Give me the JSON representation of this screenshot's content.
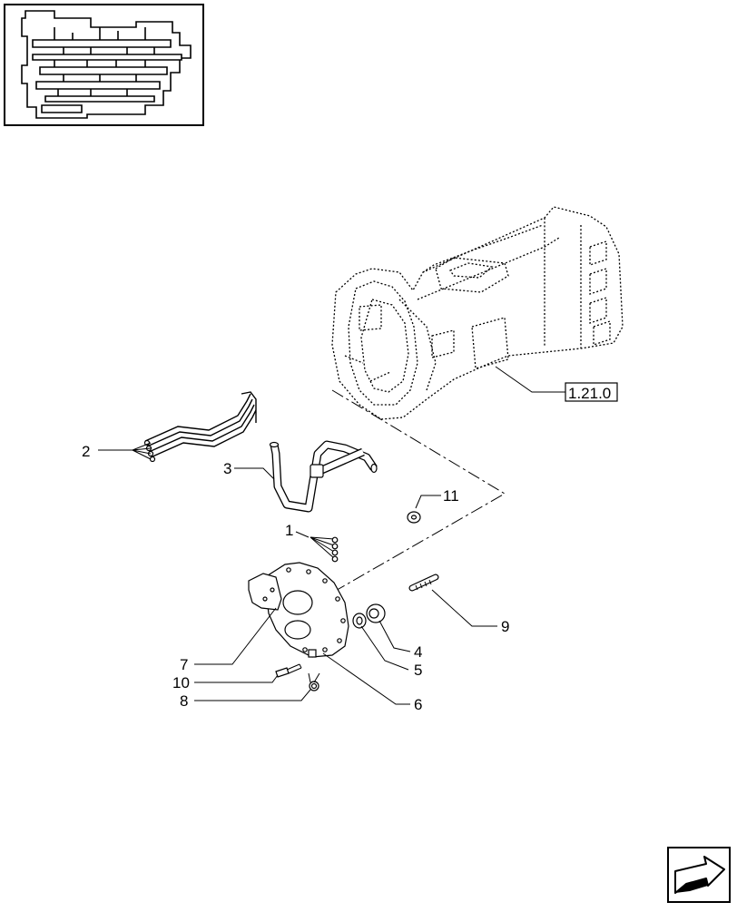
{
  "diagram": {
    "reference_label": "1.21.0",
    "callouts": [
      {
        "id": "1",
        "label": "1"
      },
      {
        "id": "2",
        "label": "2"
      },
      {
        "id": "3",
        "label": "3"
      },
      {
        "id": "4",
        "label": "4"
      },
      {
        "id": "5",
        "label": "5"
      },
      {
        "id": "6",
        "label": "6"
      },
      {
        "id": "7",
        "label": "7"
      },
      {
        "id": "8",
        "label": "8"
      },
      {
        "id": "9",
        "label": "9"
      },
      {
        "id": "10",
        "label": "10"
      },
      {
        "id": "11",
        "label": "11"
      }
    ]
  },
  "icons": {
    "thumbnail": "transmission-thumbnail-icon",
    "navigation": "next-page-arrow-icon"
  }
}
